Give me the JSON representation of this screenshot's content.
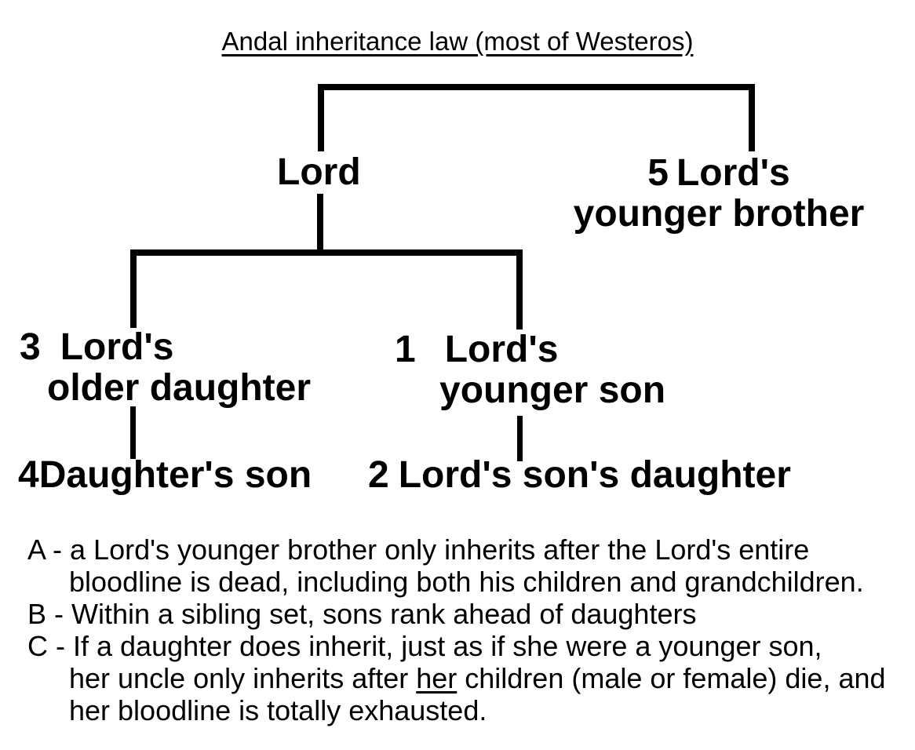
{
  "title": "Andal inheritance law (most of Westeros)",
  "tree": {
    "lord": {
      "name": "Lord"
    },
    "younger_brother": {
      "rank": "5",
      "name_line1": "Lord's",
      "name_line2": "younger brother"
    },
    "older_daughter": {
      "rank": "3",
      "name_line1": "Lord's",
      "name_line2": "older daughter"
    },
    "younger_son": {
      "rank": "1",
      "name_line1": "Lord's",
      "name_line2": "younger son"
    },
    "daughters_son": {
      "rank": "4",
      "name": "Daughter's son"
    },
    "sons_daughter": {
      "rank": "2",
      "name": "Lord's son's daughter"
    }
  },
  "notes": {
    "a_line1": "A - a Lord's younger brother only inherits after the Lord's entire",
    "a_line2": "bloodline is dead, including both his children and grandchildren.",
    "b_line1": "B - Within a sibling set, sons rank ahead of daughters",
    "c_line1": "C - If a daughter does inherit, just as if she were a younger son,",
    "c_line2_before": "her uncle only inherits after ",
    "c_line2_underlined": "her",
    "c_line2_after": " children (male or female) die, and",
    "c_line3": "her bloodline is totally exhausted."
  },
  "colors": {
    "ink": "#000000",
    "background": "#ffffff"
  }
}
